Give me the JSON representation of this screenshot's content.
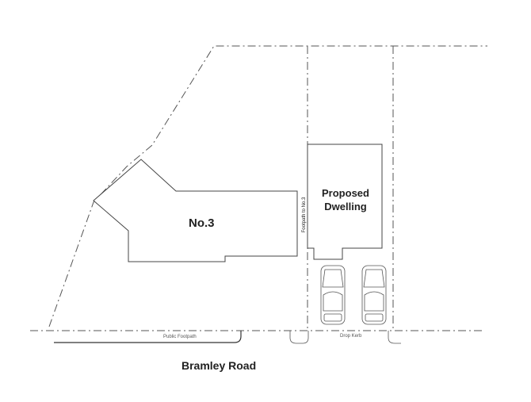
{
  "labels": {
    "existing_house": "No.3",
    "proposed": "Proposed Dwelling",
    "footpath_side": "Footpath to No.3",
    "public_footpath": "Public Footpath",
    "drop_kerb": "Drop Kerb",
    "road": "Bramley Road"
  }
}
